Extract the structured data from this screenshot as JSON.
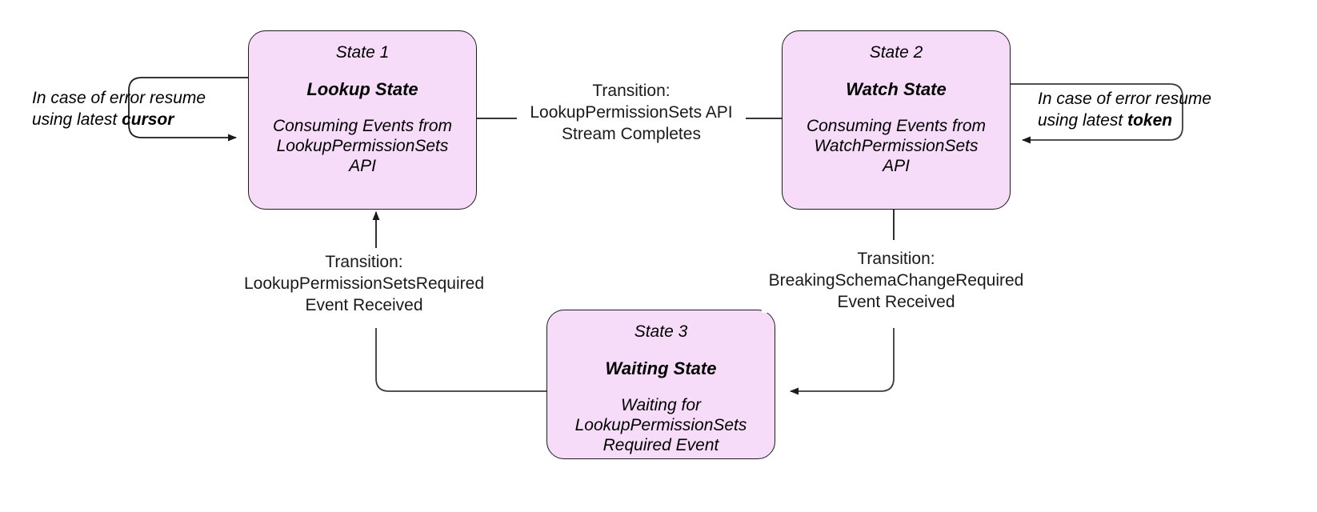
{
  "diagram": {
    "title_present": false,
    "background_color": "#ffffff",
    "node_fill_color": "#F7DCFA",
    "node_border_color": "#1b1b1b",
    "edge_color": "#3a3a3a",
    "text_color": "#000000"
  },
  "states": [
    {
      "id": "State 1",
      "title": "Lookup State",
      "description": "Consuming Events from\nLookupPermissionSets\nAPI"
    },
    {
      "id": "State 2",
      "title": "Watch State",
      "description": "Consuming Events from\nWatchPermissionSets\nAPI"
    },
    {
      "id": "State 3",
      "title": "Waiting State",
      "description": "Waiting for\nLookupPermissionSets\nRequired Event"
    }
  ],
  "transitions": [
    {
      "name": "lookup-to-watch",
      "from": "State 1",
      "to": "State 2",
      "label": "Transition:\nLookupPermissionSets API\nStream Completes"
    },
    {
      "name": "watch-to-waiting",
      "from": "State 2",
      "to": "State 3",
      "label": "Transition:\nBreakingSchemaChangeRequired\nEvent Received"
    },
    {
      "name": "waiting-to-lookup",
      "from": "State 3",
      "to": "State 1",
      "label": "Transition:\nLookupPermissionSetsRequired\nEvent Received"
    }
  ],
  "self_loops": [
    {
      "name": "lookup-error-resume",
      "on": "State 1",
      "line1": "In case of error resume",
      "line2_prefix": "using latest ",
      "line2_emphasis": "cursor"
    },
    {
      "name": "watch-error-resume",
      "on": "State 2",
      "line1": "In case of error resume",
      "line2_prefix": "using latest ",
      "line2_emphasis": "token"
    }
  ]
}
